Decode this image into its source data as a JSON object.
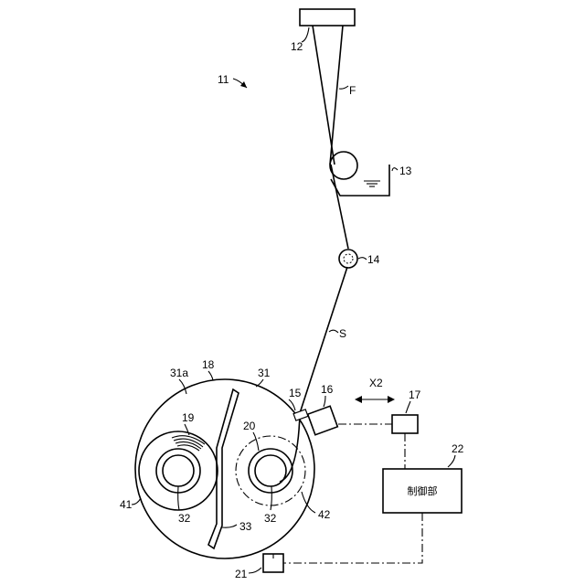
{
  "labels": {
    "system": "11",
    "spinneret": "12",
    "fiber": "F",
    "bath": "13",
    "guide": "14",
    "yarn": "S",
    "sensor_tip": "15",
    "sensor": "16",
    "actuator": "17",
    "turret": "18",
    "package": "19",
    "bobbin": "20",
    "motor": "21",
    "controller": "22",
    "turret_frame": "31",
    "turret_face": "31a",
    "spindle_left": "32",
    "spindle_right": "32",
    "separator": "33",
    "left_station": "41",
    "right_station": "42",
    "direction": "X2",
    "controller_text": "制御部"
  }
}
